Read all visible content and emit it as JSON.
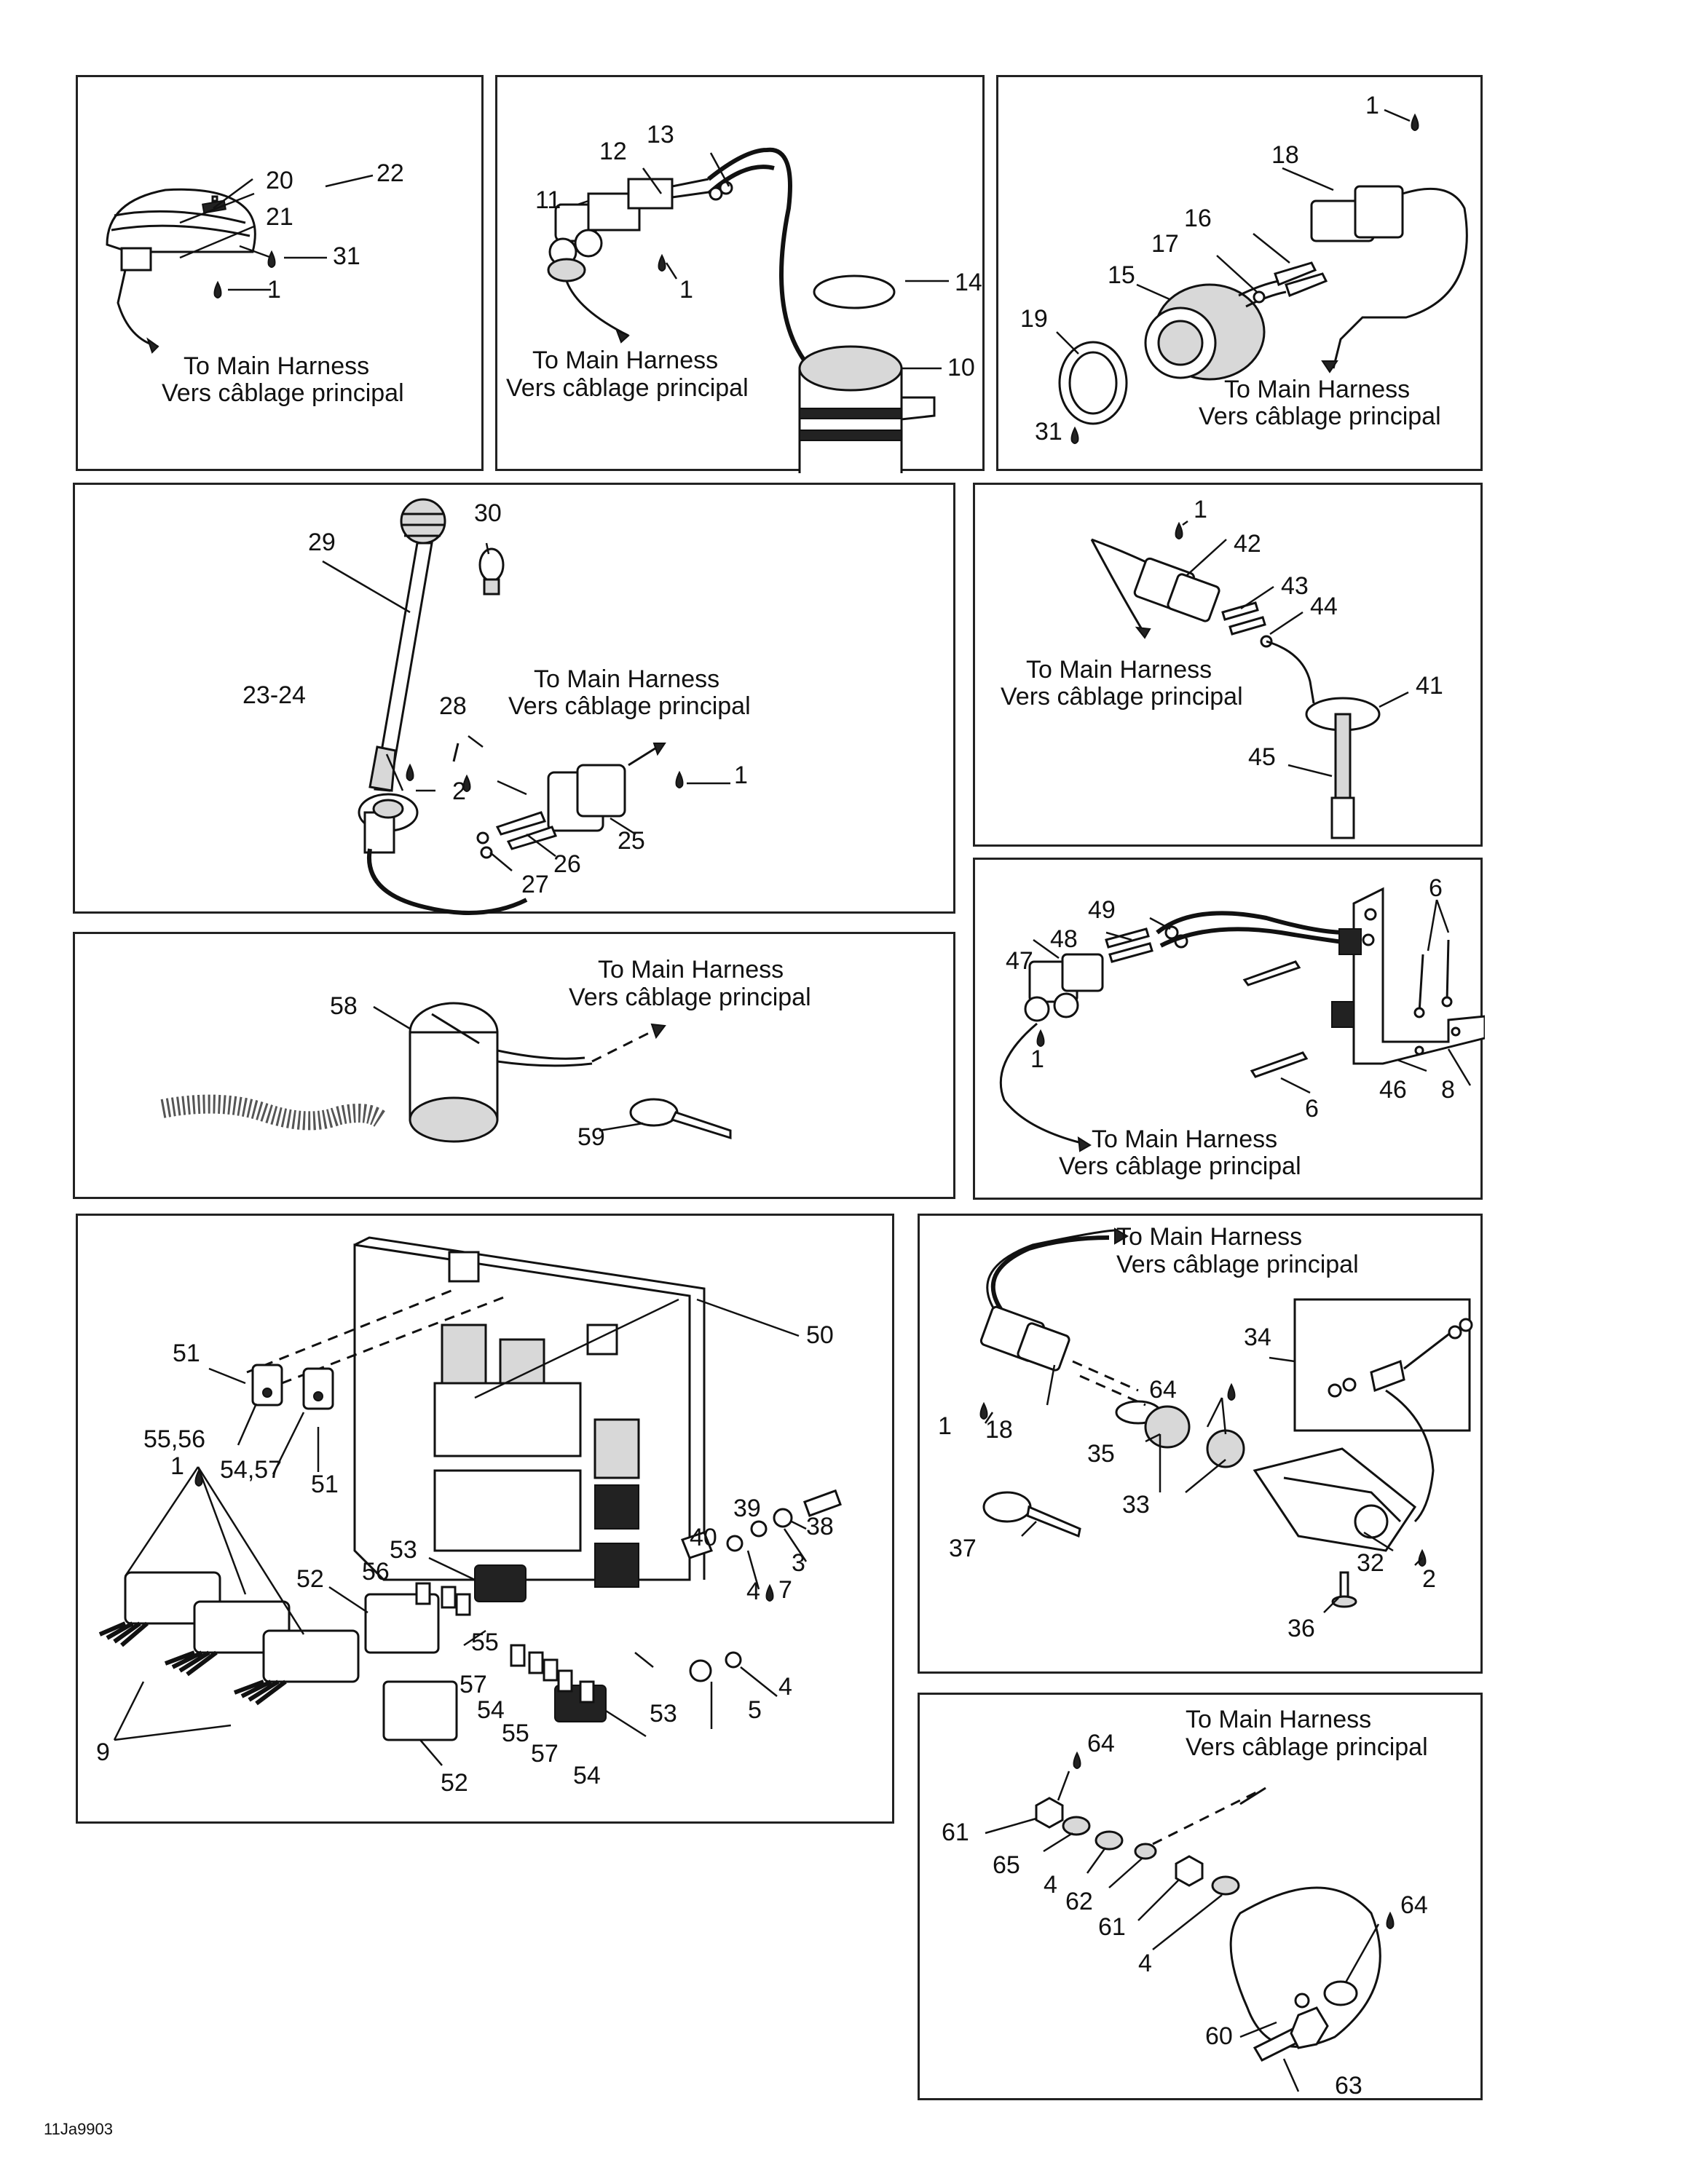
{
  "harness_text": {
    "line1": "To Main Harness",
    "line2": "Vers câblage principal"
  },
  "reference_code": "11Ja9903",
  "panels": [
    {
      "id": "p1",
      "labels": [
        "20",
        "21",
        "22",
        "1",
        "31"
      ]
    },
    {
      "id": "p2",
      "labels": [
        "13",
        "12",
        "11",
        "1",
        "14",
        "10"
      ]
    },
    {
      "id": "p3",
      "labels": [
        "1",
        "18",
        "16",
        "17",
        "15",
        "19",
        "31"
      ]
    },
    {
      "id": "p4",
      "labels": [
        "29",
        "30",
        "23-24",
        "28",
        "2",
        "1",
        "25",
        "26",
        "27"
      ]
    },
    {
      "id": "p5",
      "labels": [
        "1",
        "42",
        "43",
        "44",
        "41",
        "45"
      ]
    },
    {
      "id": "p6",
      "labels": [
        "58",
        "59"
      ]
    },
    {
      "id": "p7",
      "labels": [
        "49",
        "48",
        "47",
        "6",
        "6",
        "46",
        "8",
        "1"
      ]
    },
    {
      "id": "p8",
      "labels": [
        "50",
        "51",
        "55,56",
        "54,57",
        "51",
        "1",
        "39",
        "40",
        "38",
        "3",
        "4",
        "7",
        "52",
        "56",
        "53",
        "55",
        "9",
        "57",
        "54",
        "55",
        "57",
        "54",
        "53",
        "52",
        "5",
        "4"
      ]
    },
    {
      "id": "p9",
      "labels": [
        "64",
        "34",
        "1",
        "18",
        "35",
        "33",
        "37",
        "32",
        "2",
        "36"
      ]
    },
    {
      "id": "p10",
      "labels": [
        "64",
        "61",
        "65",
        "4",
        "62",
        "61",
        "4",
        "64",
        "60",
        "63"
      ]
    }
  ],
  "icons": {
    "lubricant": "oil-drop-icon",
    "arrow": "arrow-head-icon"
  }
}
